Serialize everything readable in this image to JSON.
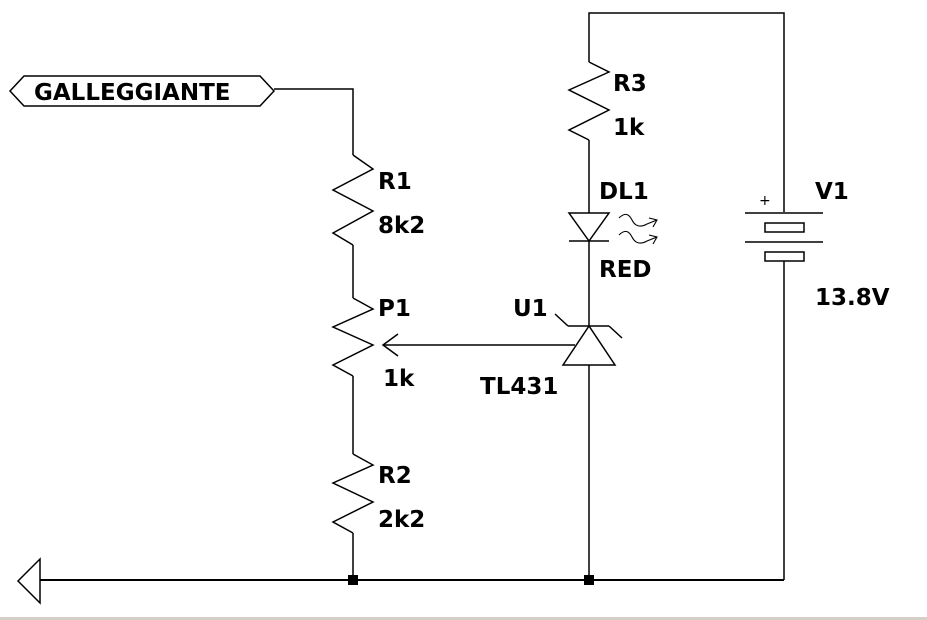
{
  "schematic": {
    "net_label": "GALLEGGIANTE",
    "components": {
      "R1": {
        "ref": "R1",
        "value": "8k2",
        "type": "resistor"
      },
      "P1": {
        "ref": "P1",
        "value": "1k",
        "type": "potentiometer"
      },
      "R2": {
        "ref": "R2",
        "value": "2k2",
        "type": "resistor"
      },
      "R3": {
        "ref": "R3",
        "value": "1k",
        "type": "resistor"
      },
      "DL1": {
        "ref": "DL1",
        "value": "RED",
        "type": "led"
      },
      "U1": {
        "ref": "U1",
        "value": "TL431",
        "type": "shunt-regulator"
      },
      "V1": {
        "ref": "V1",
        "value": "13.8V",
        "type": "battery",
        "polarity_mark": "+"
      }
    }
  }
}
